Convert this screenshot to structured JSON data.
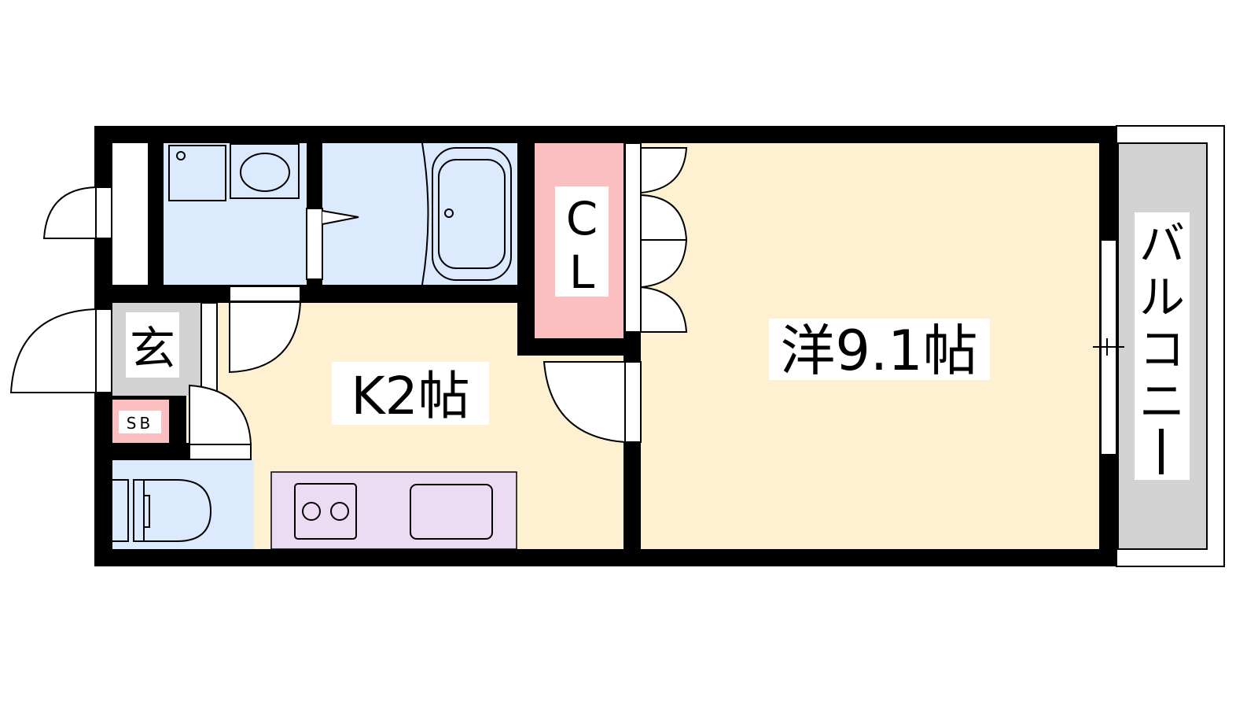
{
  "rooms": {
    "western_room": "洋9.1帖",
    "kitchen": "K2帖",
    "closet": [
      "C",
      "L"
    ],
    "entrance": "玄",
    "shoe_box": "SB",
    "balcony": [
      "バ",
      "ル",
      "コ",
      "ニ",
      "ー"
    ]
  },
  "colors": {
    "wall": "#000000",
    "room_fill": "#fdf1d2",
    "wet_area": "#dbeafd",
    "closet": "#fcbfbf",
    "entrance": "#d3d3d3",
    "kitchen_counter": "#ebdcf3",
    "balcony": "#d3d3d3"
  }
}
